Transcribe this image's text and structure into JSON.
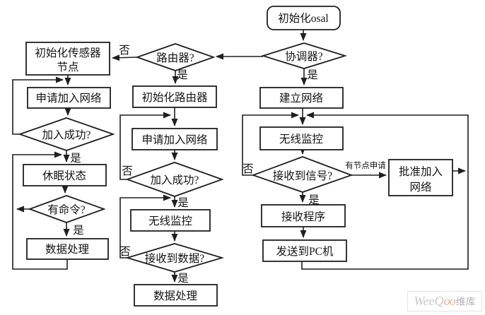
{
  "nodes": {
    "init_osal": "初始化osal",
    "coordinator_q": "协调器?",
    "router_q": "路由器?",
    "init_sensor_line1": "初始化传感器",
    "init_sensor_line2": "节点",
    "apply_join_left": "申请加入网络",
    "init_router": "初始化路由器",
    "join_ok_left": "加入成功?",
    "sleep_state": "休眠状态",
    "has_command_q": "有命令?",
    "data_process_left": "数据处理",
    "apply_join_mid": "申请加入网络",
    "join_ok_mid": "加入成功?",
    "wireless_monitor_mid": "无线监控",
    "recv_data_q": "接收到数据?",
    "data_process_mid": "数据处理",
    "build_network": "建立网络",
    "wireless_monitor_right": "无线监控",
    "recv_signal_q": "接收到信号?",
    "approve_join_line1": "批准加入",
    "approve_join_line2": "网络",
    "recv_program": "接收程序",
    "send_to_pc": "发送到PC机"
  },
  "edge_labels": {
    "yes": "是",
    "no": "否",
    "node_request": "有节点申请"
  },
  "watermark": {
    "part1": "WeeQ",
    "part2": "oo",
    "part3": "维库"
  },
  "colors": {
    "line": "#1f1f1f",
    "ink": "#141414",
    "watermark_gray": "#c9c9c9",
    "watermark_accent": "#e6b49c"
  }
}
